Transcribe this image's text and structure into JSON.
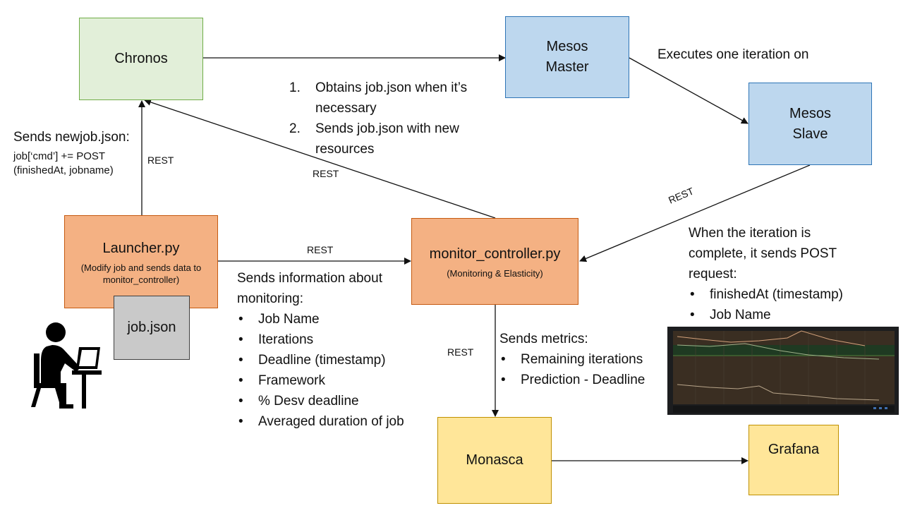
{
  "nodes": {
    "chronos": "Chronos",
    "mesos_master": [
      "Mesos",
      "Master"
    ],
    "mesos_slave": [
      "Mesos",
      "Slave"
    ],
    "launcher": "Launcher.py",
    "launcher_sub": "(Modify job and sends data to monitor_controller)",
    "job_json": "job.json",
    "monitor": "monitor_controller.py",
    "monitor_sub": "(Monitoring & Elasticity)",
    "monasca": "Monasca",
    "grafana": "Grafana"
  },
  "edge_labels": {
    "rest_launcher_chronos": "REST",
    "rest_monitor_chronos": "REST",
    "rest_launcher_monitor": "REST",
    "rest_slave_monitor": "REST",
    "rest_monitor_monasca": "REST"
  },
  "annotations": {
    "executes": "Executes one iteration on",
    "chronos_steps": [
      {
        "num": "1.",
        "lines": [
          "Obtains job.json when it’s",
          "necessary"
        ]
      },
      {
        "num": "2.",
        "lines": [
          "Sends job.json with new",
          "resources"
        ]
      }
    ],
    "newjob_title": "Sends newjob.json:",
    "newjob_lines": [
      "job[‘cmd’] += POST",
      "(finishedAt, jobname)"
    ],
    "iteration_intro": [
      "When the iteration is",
      "complete, it sends POST",
      "request:"
    ],
    "iteration_bullets": [
      "finishedAt (timestamp)",
      "Job Name"
    ],
    "monitoring_intro": [
      "Sends information about",
      "monitoring:"
    ],
    "monitoring_bullets": [
      "Job Name",
      "Iterations",
      "Deadline (timestamp)",
      "Framework",
      "% Desv deadline",
      "Averaged duration of job"
    ],
    "metrics_intro": "Sends metrics:",
    "metrics_bullets": [
      "Remaining iterations",
      "Prediction - Deadline"
    ]
  },
  "colors": {
    "green": "#e2efd9",
    "blue": "#bdd7ee",
    "orange": "#f4b183",
    "yellow": "#ffe699",
    "grey": "#c9c9c9"
  },
  "icons": [
    "user-at-computer-icon",
    "grafana-dashboard-thumbnail"
  ]
}
